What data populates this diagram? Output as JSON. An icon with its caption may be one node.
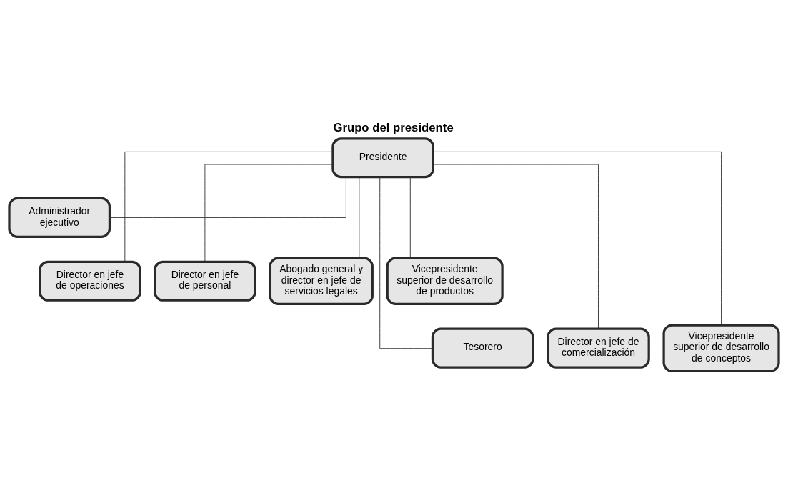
{
  "diagram": {
    "title": "Grupo del presidente",
    "nodes": [
      {
        "text": [
          "Presidente"
        ]
      },
      {
        "text": [
          "Administrador ejecutivo"
        ]
      },
      {
        "text": [
          "Director en jefe de operaciones"
        ]
      },
      {
        "text": [
          "Director en jefe de personal"
        ]
      },
      {
        "text": [
          "Abogado general y director en jefe de servicios legales"
        ]
      },
      {
        "text": [
          "Vicepresidente superior de desarrollo de productos"
        ]
      },
      {
        "text": [
          "Tesorero"
        ]
      },
      {
        "text": [
          "Director en jefe de comercialización"
        ]
      },
      {
        "text": [
          "Vicepresidente superior de desarrollo de conceptos"
        ]
      }
    ],
    "edges": [
      {
        "from": 0,
        "to": 1,
        "arrow": "none"
      },
      {
        "from": 0,
        "to": 2,
        "arrow": "none"
      },
      {
        "from": 0,
        "to": 6,
        "arrow": "none"
      },
      {
        "from": 0,
        "to": 3,
        "arrow": "none"
      },
      {
        "from": 0,
        "to": 7,
        "arrow": "none"
      },
      {
        "from": 0,
        "to": 4,
        "arrow": "none"
      },
      {
        "from": 0,
        "to": 8,
        "arrow": "none"
      },
      {
        "from": 0,
        "to": 5,
        "arrow": "none"
      }
    ]
  }
}
